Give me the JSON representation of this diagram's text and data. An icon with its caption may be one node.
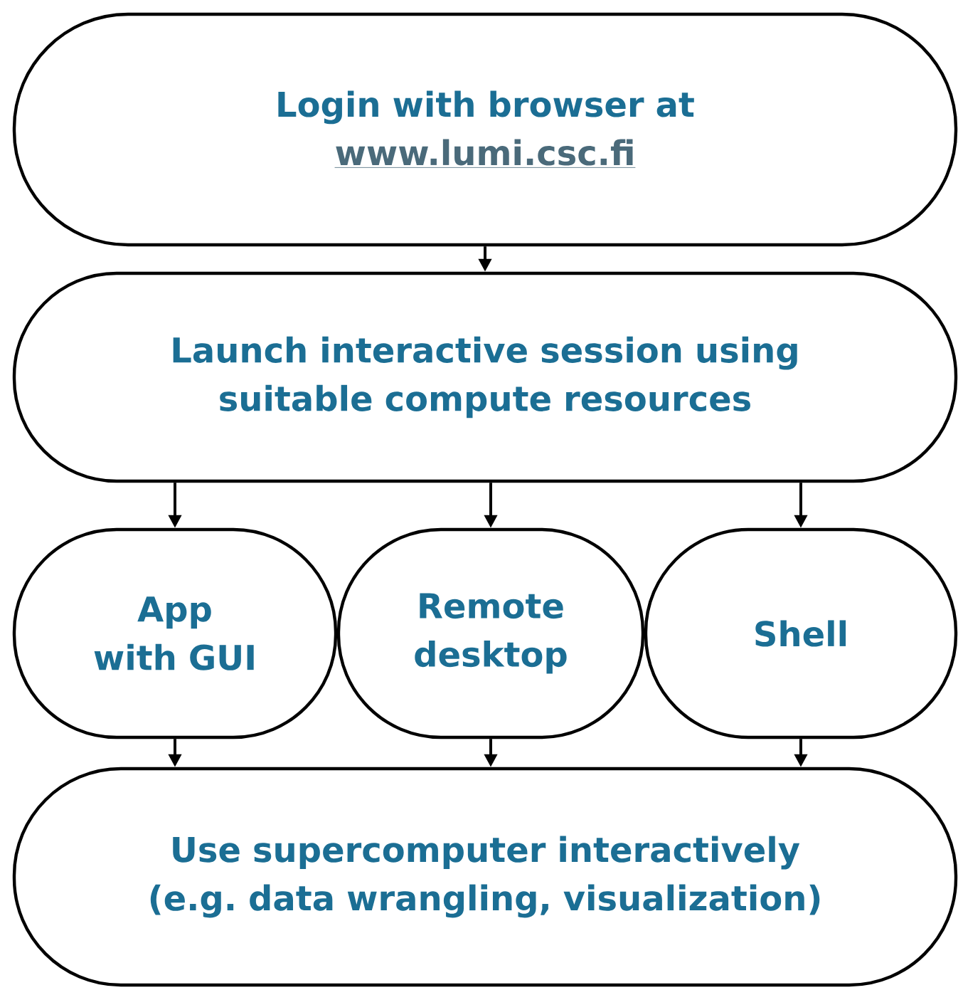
{
  "diagram": {
    "nodes": [
      {
        "text": [
          "Login with browser at",
          "www.lumi.csc.fi"
        ]
      },
      {
        "text": [
          "Launch interactive session using suitable compute resources"
        ]
      },
      {
        "text": [
          "App with GUI"
        ]
      },
      {
        "text": [
          "Remote desktop"
        ]
      },
      {
        "text": [
          "Shell"
        ]
      },
      {
        "text": [
          "Use supercomputer interactively (e.g. data wrangling, visualization)"
        ]
      }
    ],
    "edges": [
      {
        "from": 0,
        "to": 1,
        "arrow": "to"
      },
      {
        "from": 1,
        "to": 2,
        "arrow": "to"
      },
      {
        "from": 1,
        "to": 3,
        "arrow": "to"
      },
      {
        "from": 1,
        "to": 4,
        "arrow": "to"
      },
      {
        "from": 2,
        "to": 5,
        "arrow": "to"
      },
      {
        "from": 3,
        "to": 5,
        "arrow": "to"
      },
      {
        "from": 4,
        "to": 5,
        "arrow": "to"
      }
    ]
  }
}
